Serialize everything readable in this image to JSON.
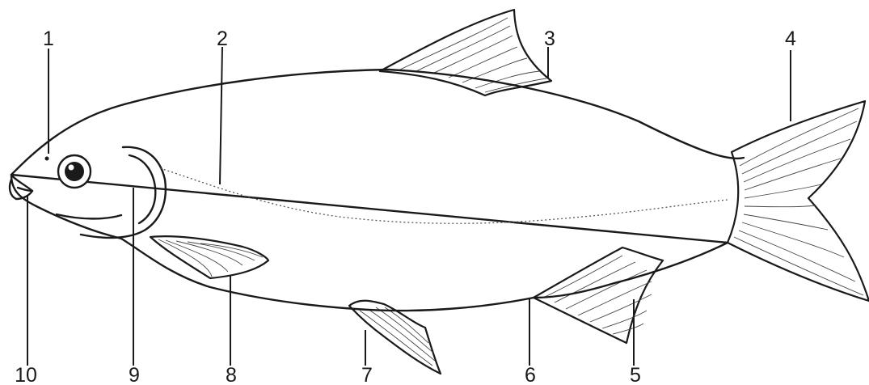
{
  "diagram": {
    "labels": [
      "1",
      "2",
      "3",
      "4",
      "5",
      "6",
      "7",
      "8",
      "9",
      "10"
    ]
  },
  "colors": {
    "ink": "#1a1a1a",
    "background": "#ffffff"
  }
}
